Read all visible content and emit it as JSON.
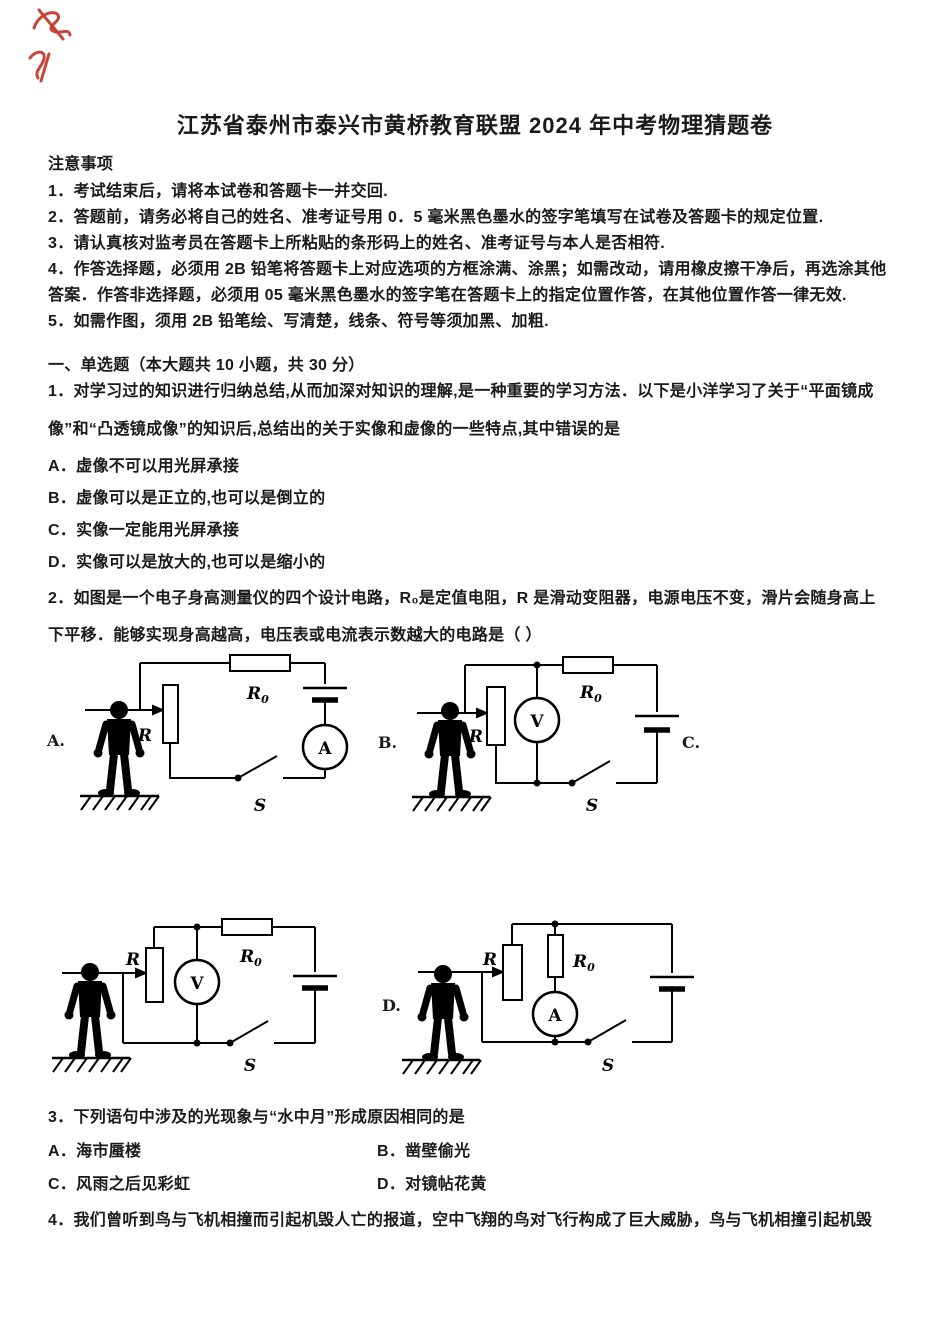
{
  "colors": {
    "ink": "#1a1a1a",
    "red_mark": "#c43b2f"
  },
  "title": "江苏省泰州市泰兴市黄桥教育联盟 2024 年中考物理猜题卷",
  "notes": {
    "heading": "注意事项",
    "items": [
      "1．考试结束后，请将本试卷和答题卡一并交回.",
      "2．答题前，请务必将自己的姓名、准考证号用 0．5 毫米黑色墨水的签字笔填写在试卷及答题卡的规定位置.",
      "3．请认真核对监考员在答题卡上所粘贴的条形码上的姓名、准考证号与本人是否相符.",
      "4．作答选择题，必须用 2B 铅笔将答题卡上对应选项的方框涂满、涂黑；如需改动，请用橡皮擦干净后，再选涂其他",
      "答案．作答非选择题，必须用 05 毫米黑色墨水的签字笔在答题卡上的指定位置作答，在其他位置作答一律无效.",
      "5．如需作图，须用 2B 铅笔绘、写清楚，线条、符号等须加黑、加粗."
    ]
  },
  "section": {
    "heading": "一、单选题（本大题共 10 小题，共 30 分）"
  },
  "q1": {
    "stem_line1": "1．对学习过的知识进行归纳总结,从而加深对知识的理解,是一种重要的学习方法．以下是小洋学习了关于“平面镜成",
    "stem_line2": "像”和“凸透镜成像”的知识后,总结出的关于实像和虚像的一些特点,其中错误的是",
    "options": [
      "A．虚像不可以用光屏承接",
      "B．虚像可以是正立的,也可以是倒立的",
      "C．实像一定能用光屏承接",
      "D．实像可以是放大的,也可以是缩小的"
    ]
  },
  "q2": {
    "stem_line1": "2．如图是一个电子身高测量仪的四个设计电路，R₀是定值电阻，R 是滑动变阻器，电源电压不变，滑片会随身高上",
    "stem_line2": "下平移．能够实现身高越高，电压表或电流表示数越大的电路是（ ）",
    "figure": {
      "option_labels": [
        "A.",
        "B.",
        "C.",
        "D."
      ],
      "labels": {
        "rheostat": "R",
        "fixed_resistor_base": "R",
        "fixed_resistor_sub": "0",
        "switch": "S",
        "ammeter": "A",
        "voltmeter": "V"
      }
    }
  },
  "q3": {
    "stem": "3．下列语句中涉及的光现象与“水中月”形成原因相同的是",
    "options": [
      "A．海市蜃楼",
      "B．凿壁偷光",
      "C．风雨之后见彩虹",
      "D．对镜帖花黄"
    ]
  },
  "q4": {
    "stem_line1": "4．我们曾听到鸟与飞机相撞而引起机毁人亡的报道，空中飞翔的鸟对飞行构成了巨大威胁，鸟与飞机相撞引起机毁"
  }
}
